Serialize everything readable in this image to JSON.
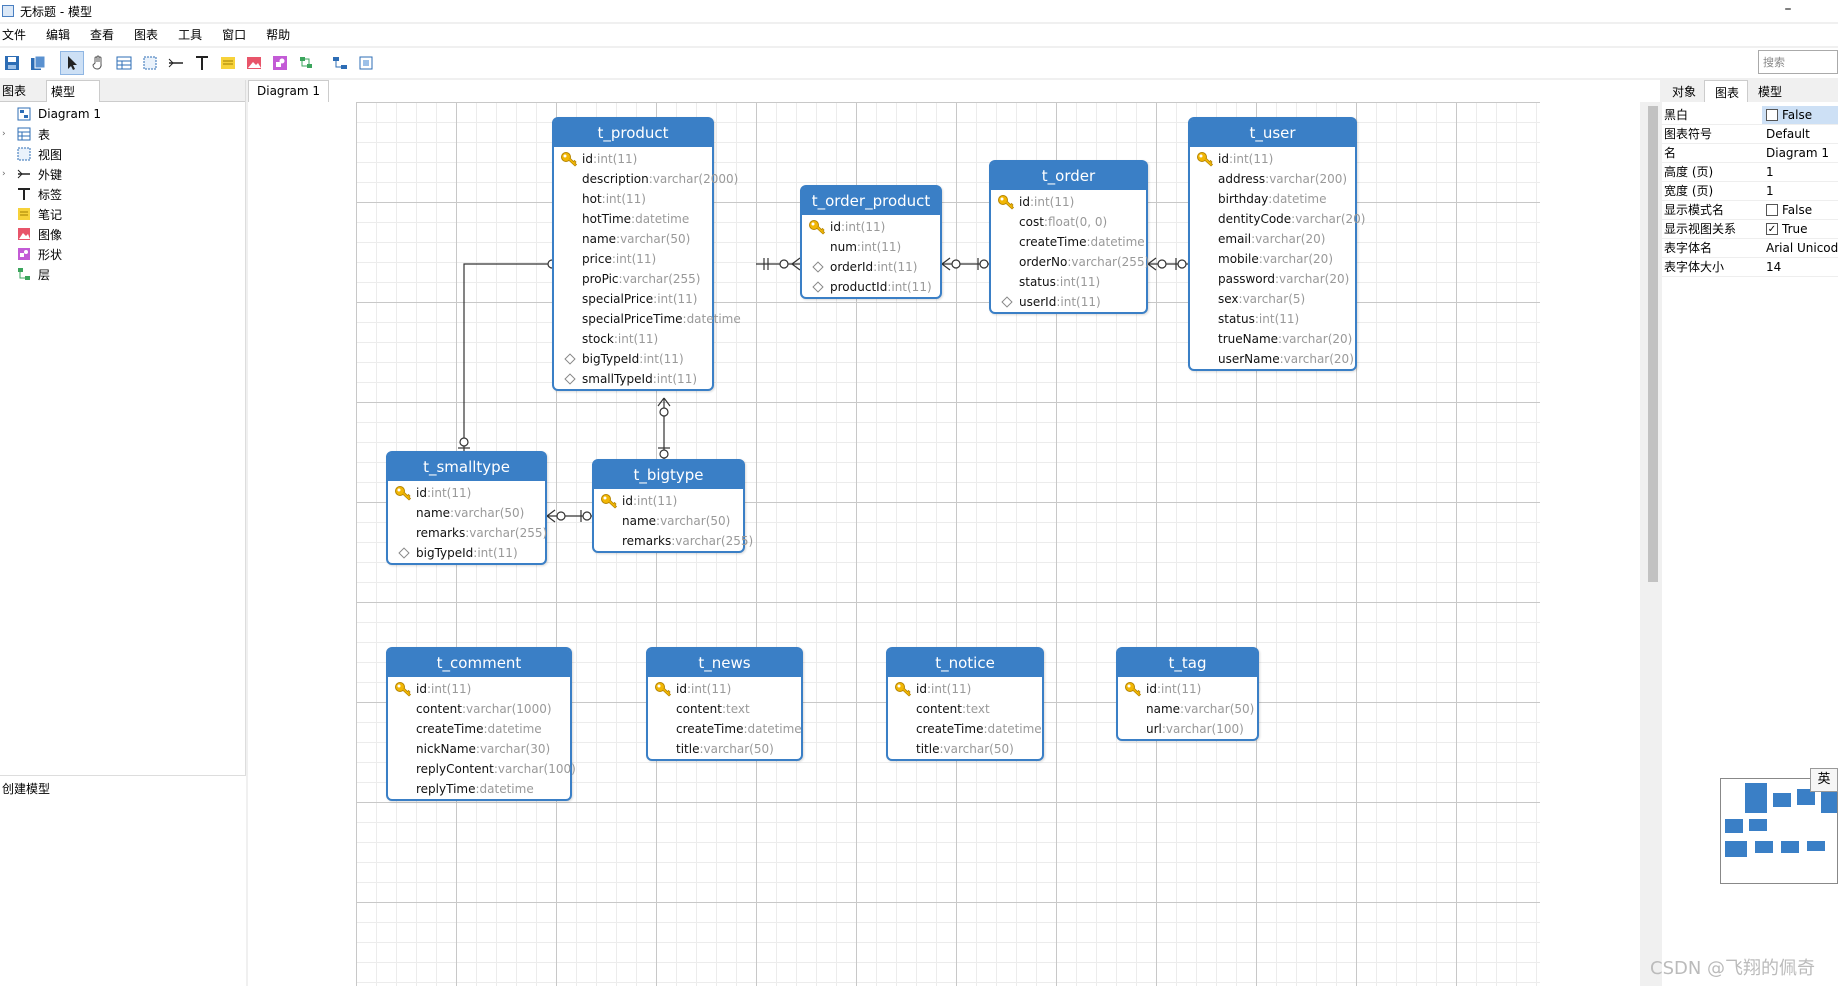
{
  "window": {
    "title": "无标题 - 模型",
    "minimize": "–"
  },
  "menu": [
    "文件",
    "编辑",
    "查看",
    "图表",
    "工具",
    "窗口",
    "帮助"
  ],
  "search": {
    "placeholder": "搜索"
  },
  "left_panel": {
    "tabs": [
      "图表",
      "模型"
    ],
    "tree": [
      {
        "label": "Diagram 1",
        "icon": "diagram-icon",
        "expandable": false
      },
      {
        "label": "表",
        "icon": "table-icon",
        "expandable": true
      },
      {
        "label": "视图",
        "icon": "view-icon",
        "expandable": false
      },
      {
        "label": "外键",
        "icon": "foreign-key-icon",
        "expandable": true
      },
      {
        "label": "标签",
        "icon": "label-icon",
        "expandable": false
      },
      {
        "label": "笔记",
        "icon": "note-icon",
        "expandable": false
      },
      {
        "label": "图像",
        "icon": "image-icon",
        "expandable": false
      },
      {
        "label": "形状",
        "icon": "shape-icon",
        "expandable": false
      },
      {
        "label": "层",
        "icon": "layer-icon",
        "expandable": false
      }
    ],
    "bottom_label": "创建模型"
  },
  "doc_tab": "Diagram 1",
  "colors": {
    "entity": "#3a7fc6",
    "type_text": "#999999",
    "key": "#e0a800"
  },
  "entities": [
    {
      "id": "t_product",
      "title": "t_product",
      "fields": [
        {
          "name": "id",
          "type": "int(11)",
          "marker": "pk"
        },
        {
          "name": "description",
          "type": "varchar(2000)",
          "marker": ""
        },
        {
          "name": "hot",
          "type": "int(11)",
          "marker": ""
        },
        {
          "name": "hotTime",
          "type": "datetime",
          "marker": ""
        },
        {
          "name": "name",
          "type": "varchar(50)",
          "marker": ""
        },
        {
          "name": "price",
          "type": "int(11)",
          "marker": ""
        },
        {
          "name": "proPic",
          "type": "varchar(255)",
          "marker": ""
        },
        {
          "name": "specialPrice",
          "type": "int(11)",
          "marker": ""
        },
        {
          "name": "specialPriceTime",
          "type": "datetime",
          "marker": ""
        },
        {
          "name": "stock",
          "type": "int(11)",
          "marker": ""
        },
        {
          "name": "bigTypeId",
          "type": "int(11)",
          "marker": "fk"
        },
        {
          "name": "smallTypeId",
          "type": "int(11)",
          "marker": "fk"
        }
      ]
    },
    {
      "id": "t_order_product",
      "title": "t_order_product",
      "fields": [
        {
          "name": "id",
          "type": "int(11)",
          "marker": "pk"
        },
        {
          "name": "num",
          "type": "int(11)",
          "marker": ""
        },
        {
          "name": "orderId",
          "type": "int(11)",
          "marker": "fk"
        },
        {
          "name": "productId",
          "type": "int(11)",
          "marker": "fk"
        }
      ]
    },
    {
      "id": "t_order",
      "title": "t_order",
      "fields": [
        {
          "name": "id",
          "type": "int(11)",
          "marker": "pk"
        },
        {
          "name": "cost",
          "type": "float(0, 0)",
          "marker": ""
        },
        {
          "name": "createTime",
          "type": "datetime",
          "marker": ""
        },
        {
          "name": "orderNo",
          "type": "varchar(255)",
          "marker": ""
        },
        {
          "name": "status",
          "type": "int(11)",
          "marker": ""
        },
        {
          "name": "userId",
          "type": "int(11)",
          "marker": "fk"
        }
      ]
    },
    {
      "id": "t_user",
      "title": "t_user",
      "fields": [
        {
          "name": "id",
          "type": "int(11)",
          "marker": "pk"
        },
        {
          "name": "address",
          "type": "varchar(200)",
          "marker": ""
        },
        {
          "name": "birthday",
          "type": "datetime",
          "marker": ""
        },
        {
          "name": "dentityCode",
          "type": "varchar(20)",
          "marker": ""
        },
        {
          "name": "email",
          "type": "varchar(20)",
          "marker": ""
        },
        {
          "name": "mobile",
          "type": "varchar(20)",
          "marker": ""
        },
        {
          "name": "password",
          "type": "varchar(20)",
          "marker": ""
        },
        {
          "name": "sex",
          "type": "varchar(5)",
          "marker": ""
        },
        {
          "name": "status",
          "type": "int(11)",
          "marker": ""
        },
        {
          "name": "trueName",
          "type": "varchar(20)",
          "marker": ""
        },
        {
          "name": "userName",
          "type": "varchar(20)",
          "marker": ""
        }
      ]
    },
    {
      "id": "t_smalltype",
      "title": "t_smalltype",
      "fields": [
        {
          "name": "id",
          "type": "int(11)",
          "marker": "pk"
        },
        {
          "name": "name",
          "type": "varchar(50)",
          "marker": ""
        },
        {
          "name": "remarks",
          "type": "varchar(255)",
          "marker": ""
        },
        {
          "name": "bigTypeId",
          "type": "int(11)",
          "marker": "fk"
        }
      ]
    },
    {
      "id": "t_bigtype",
      "title": "t_bigtype",
      "fields": [
        {
          "name": "id",
          "type": "int(11)",
          "marker": "pk"
        },
        {
          "name": "name",
          "type": "varchar(50)",
          "marker": ""
        },
        {
          "name": "remarks",
          "type": "varchar(255)",
          "marker": ""
        }
      ]
    },
    {
      "id": "t_comment",
      "title": "t_comment",
      "fields": [
        {
          "name": "id",
          "type": "int(11)",
          "marker": "pk"
        },
        {
          "name": "content",
          "type": "varchar(1000)",
          "marker": ""
        },
        {
          "name": "createTime",
          "type": "datetime",
          "marker": ""
        },
        {
          "name": "nickName",
          "type": "varchar(30)",
          "marker": ""
        },
        {
          "name": "replyContent",
          "type": "varchar(100)",
          "marker": ""
        },
        {
          "name": "replyTime",
          "type": "datetime",
          "marker": ""
        }
      ]
    },
    {
      "id": "t_news",
      "title": "t_news",
      "fields": [
        {
          "name": "id",
          "type": "int(11)",
          "marker": "pk"
        },
        {
          "name": "content",
          "type": "text",
          "marker": ""
        },
        {
          "name": "createTime",
          "type": "datetime",
          "marker": ""
        },
        {
          "name": "title",
          "type": "varchar(50)",
          "marker": ""
        }
      ]
    },
    {
      "id": "t_notice",
      "title": "t_notice",
      "fields": [
        {
          "name": "id",
          "type": "int(11)",
          "marker": "pk"
        },
        {
          "name": "content",
          "type": "text",
          "marker": ""
        },
        {
          "name": "createTime",
          "type": "datetime",
          "marker": ""
        },
        {
          "name": "title",
          "type": "varchar(50)",
          "marker": ""
        }
      ]
    },
    {
      "id": "t_tag",
      "title": "t_tag",
      "fields": [
        {
          "name": "id",
          "type": "int(11)",
          "marker": "pk"
        },
        {
          "name": "name",
          "type": "varchar(50)",
          "marker": ""
        },
        {
          "name": "url",
          "type": "varchar(100)",
          "marker": ""
        }
      ]
    }
  ],
  "right_panel": {
    "tabs": [
      "对象",
      "图表",
      "模型"
    ],
    "properties": [
      {
        "key": "黑白",
        "value": "False",
        "check": "unchecked",
        "selected": true
      },
      {
        "key": "图表符号",
        "value": "Default",
        "check": "none",
        "selected": false
      },
      {
        "key": "名",
        "value": "Diagram 1",
        "check": "none",
        "selected": false
      },
      {
        "key": "高度 (页)",
        "value": "1",
        "check": "none",
        "selected": false
      },
      {
        "key": "宽度 (页)",
        "value": "1",
        "check": "none",
        "selected": false
      },
      {
        "key": "显示模式名",
        "value": "False",
        "check": "unchecked",
        "selected": false
      },
      {
        "key": "显示视图关系",
        "value": "True",
        "check": "checked",
        "selected": false
      },
      {
        "key": "表字体名",
        "value": "Arial Unicode",
        "check": "none",
        "selected": false
      },
      {
        "key": "表字体大小",
        "value": "14",
        "check": "none",
        "selected": false
      }
    ]
  },
  "ime_indicator": "英",
  "watermark": "CSDN @飞翔的佩奇"
}
